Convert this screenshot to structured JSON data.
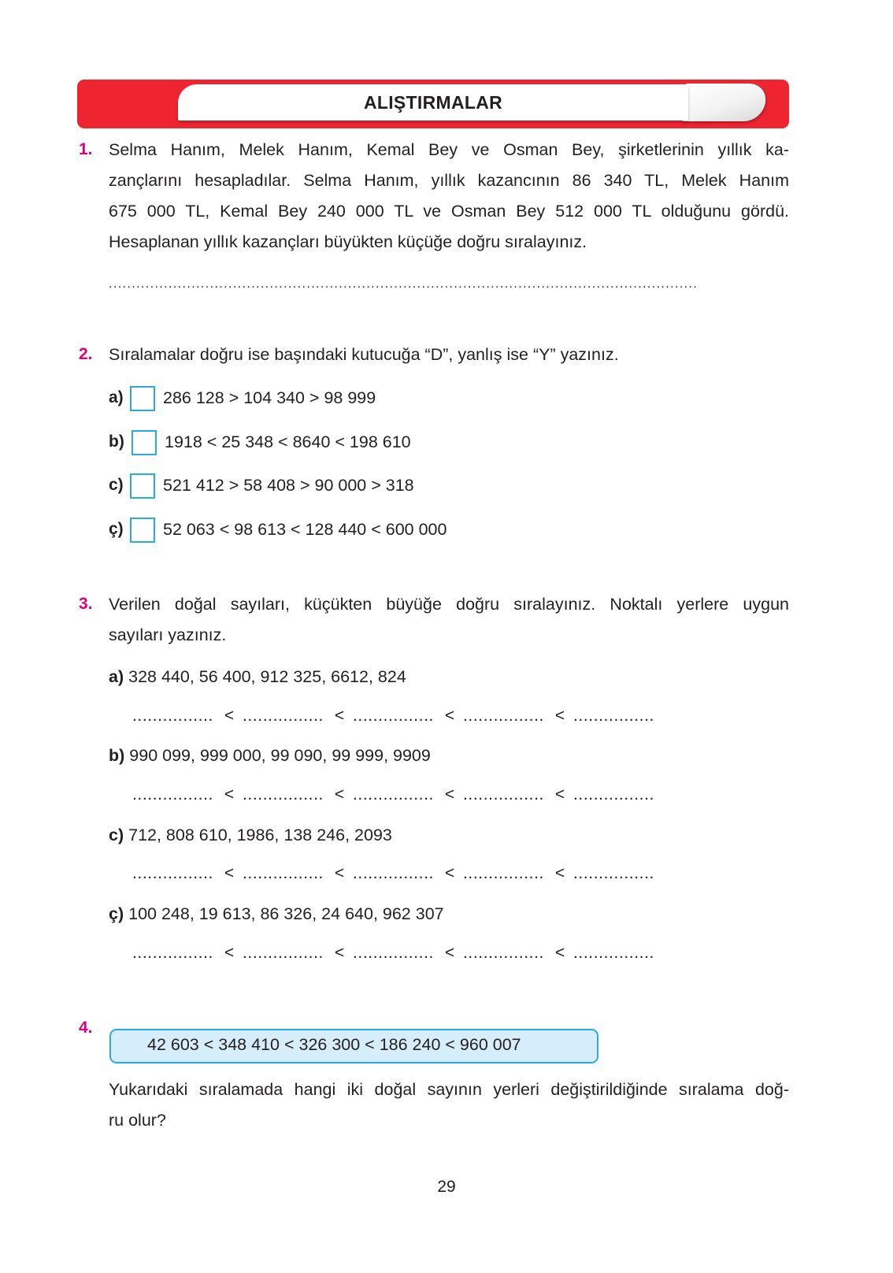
{
  "header": {
    "title": "ALIŞTIRMALAR"
  },
  "q1": {
    "number": "1.",
    "lines": [
      "Selma Hanım, Melek Hanım, Kemal Bey ve Osman Bey, şirketlerinin yıllık ka-",
      "zançlarını hesapladılar. Selma Hanım, yıllık kazancının 86 340 TL, Melek Hanım",
      "675 000 TL, Kemal Bey 240 000 TL ve Osman Bey 512 000 TL olduğunu gördü.",
      "Hesaplanan yıllık kazançları büyükten küçüğe doğru sıralayınız."
    ],
    "answer_dots": "................................................................................................................................"
  },
  "q2": {
    "number": "2.",
    "prompt": "Sıralamalar doğru ise başındaki kutucuğa “D”, yanlış ise “Y” yazınız.",
    "items": [
      {
        "label": "a)",
        "text": "286 128 > 104 340 > 98 999"
      },
      {
        "label": "b)",
        "text": "1918 < 25 348 < 8640 < 198 610"
      },
      {
        "label": "c)",
        "text": "521 412 > 58 408 > 90 000 > 318"
      },
      {
        "label": "ç)",
        "text": "52 063 < 98 613 < 128 440 < 600 000"
      }
    ]
  },
  "q3": {
    "number": "3.",
    "lines": [
      "Verilen doğal sayıları, küçükten büyüğe doğru sıralayınız. Noktalı yerlere uygun",
      "sayıları yazınız."
    ],
    "blank": "................",
    "symbol": "<",
    "items": [
      {
        "label": "a)",
        "text": "328 440, 56 400, 912 325, 6612, 824"
      },
      {
        "label": "b)",
        "text": "990 099, 999 000, 99 090, 99 999, 9909"
      },
      {
        "label": "c)",
        "text": "712, 808 610, 1986, 138 246, 2093"
      },
      {
        "label": "ç)",
        "text": "100 248, 19 613, 86 326, 24 640, 962 307"
      }
    ]
  },
  "q4": {
    "number": "4.",
    "expression": "42 603 < 348 410 < 326 300 < 186 240 < 960 007",
    "lines": [
      "Yukarıdaki sıralamada hangi iki doğal sayının yerleri değiştirildiğinde sıralama doğ-",
      "ru olur?"
    ]
  },
  "page_number": "29"
}
